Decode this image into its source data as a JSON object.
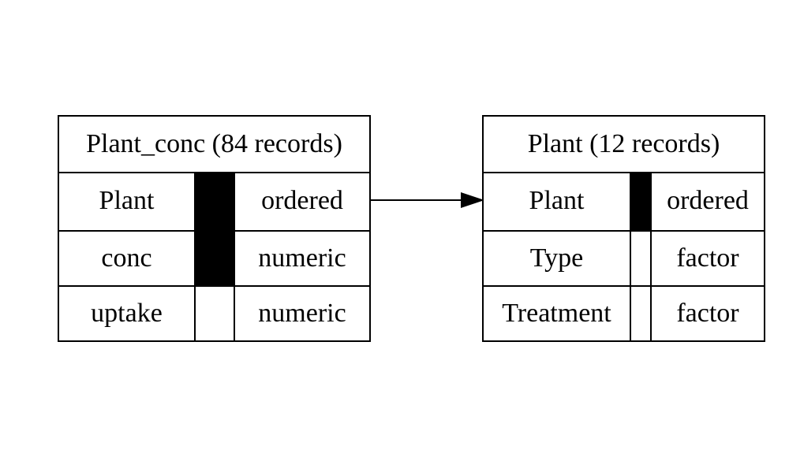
{
  "diagram": {
    "tables": [
      {
        "title": "Plant_conc (84 records)",
        "columns": [
          {
            "name": "Plant",
            "key": true,
            "type": "ordered"
          },
          {
            "name": "conc",
            "key": true,
            "type": "numeric"
          },
          {
            "name": "uptake",
            "key": false,
            "type": "numeric"
          }
        ]
      },
      {
        "title": "Plant (12 records)",
        "columns": [
          {
            "name": "Plant",
            "key": true,
            "type": "ordered"
          },
          {
            "name": "Type",
            "key": false,
            "type": "factor"
          },
          {
            "name": "Treatment",
            "key": false,
            "type": "factor"
          }
        ]
      }
    ],
    "relationship": {
      "from": "Plant_conc.Plant",
      "to": "Plant.Plant"
    }
  }
}
